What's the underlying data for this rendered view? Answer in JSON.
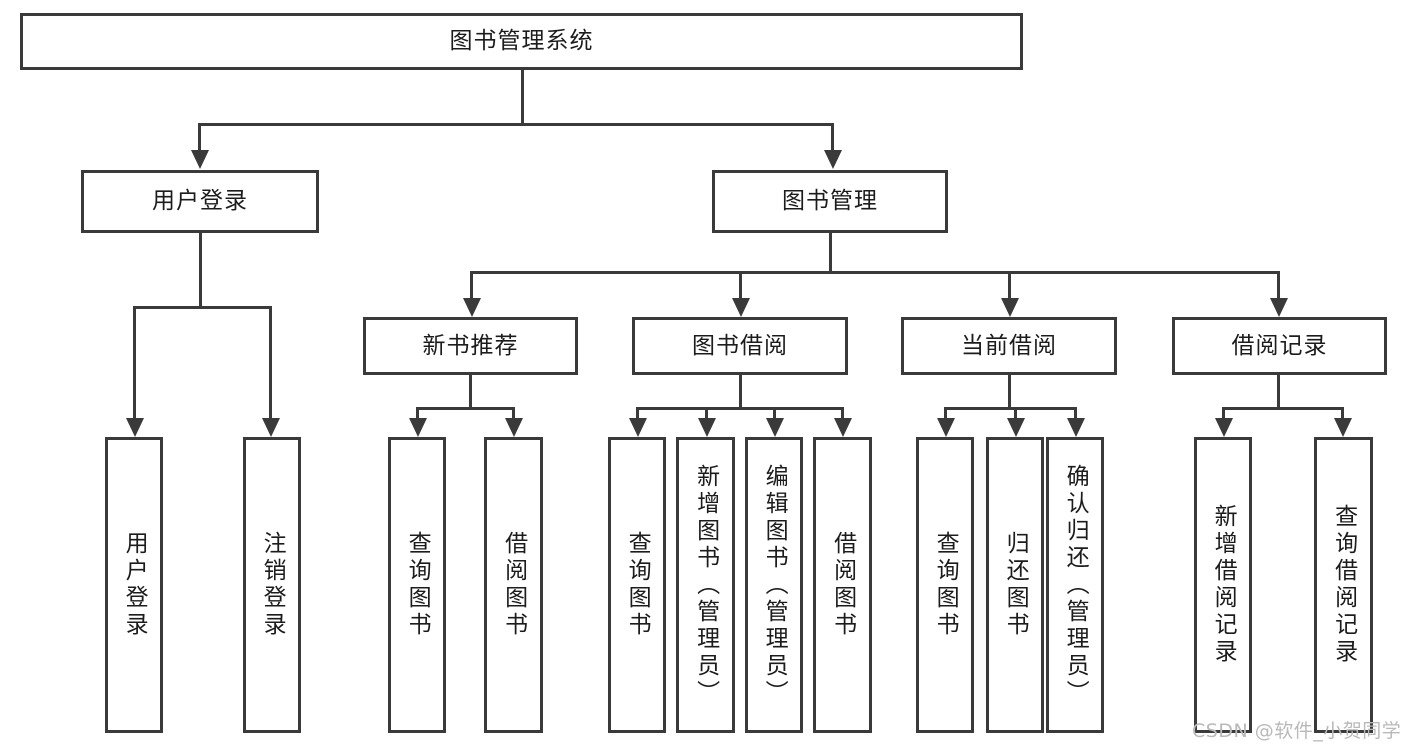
{
  "diagram": {
    "type": "tree-hierarchy-chart",
    "title_node": {
      "label": "图书管理系统"
    },
    "level2": [
      {
        "id": "user-login",
        "label": "用户登录"
      },
      {
        "id": "book-management",
        "label": "图书管理"
      }
    ],
    "level3": [
      {
        "id": "new-book-recommend",
        "label": "新书推荐",
        "parent": "book-management"
      },
      {
        "id": "book-borrow",
        "label": "图书借阅",
        "parent": "book-management"
      },
      {
        "id": "current-borrow",
        "label": "当前借阅",
        "parent": "book-management"
      },
      {
        "id": "borrow-records",
        "label": "借阅记录",
        "parent": "book-management"
      }
    ],
    "leaves": [
      {
        "id": "leaf-user-login",
        "label": "用户登录",
        "parent": "user-login"
      },
      {
        "id": "leaf-logout-login",
        "label": "注销登录",
        "parent": "user-login"
      },
      {
        "id": "leaf-query-book-1",
        "label": "查询图书",
        "parent": "new-book-recommend"
      },
      {
        "id": "leaf-borrow-book-1",
        "label": "借阅图书",
        "parent": "new-book-recommend"
      },
      {
        "id": "leaf-query-book-2",
        "label": "查询图书",
        "parent": "book-borrow"
      },
      {
        "id": "leaf-add-book",
        "label": "新增图书（管理员）",
        "parent": "book-borrow"
      },
      {
        "id": "leaf-edit-book",
        "label": "编辑图书（管理员）",
        "parent": "book-borrow"
      },
      {
        "id": "leaf-borrow-book-2",
        "label": "借阅图书",
        "parent": "book-borrow"
      },
      {
        "id": "leaf-query-book-3",
        "label": "查询图书",
        "parent": "current-borrow"
      },
      {
        "id": "leaf-return-book",
        "label": "归还图书",
        "parent": "current-borrow"
      },
      {
        "id": "leaf-confirm-return",
        "label": "确认归还（管理员）",
        "parent": "current-borrow"
      },
      {
        "id": "leaf-add-record",
        "label": "新增借阅记录",
        "parent": "borrow-records"
      },
      {
        "id": "leaf-query-record",
        "label": "查询借阅记录",
        "parent": "borrow-records"
      }
    ],
    "colors": {
      "stroke": "#3a3a3a",
      "fill": "#ffffff",
      "text": "#1c1c1c",
      "watermark": "#b9b9b9"
    }
  },
  "watermark": {
    "text": "CSDN @软件_小贺同学"
  }
}
